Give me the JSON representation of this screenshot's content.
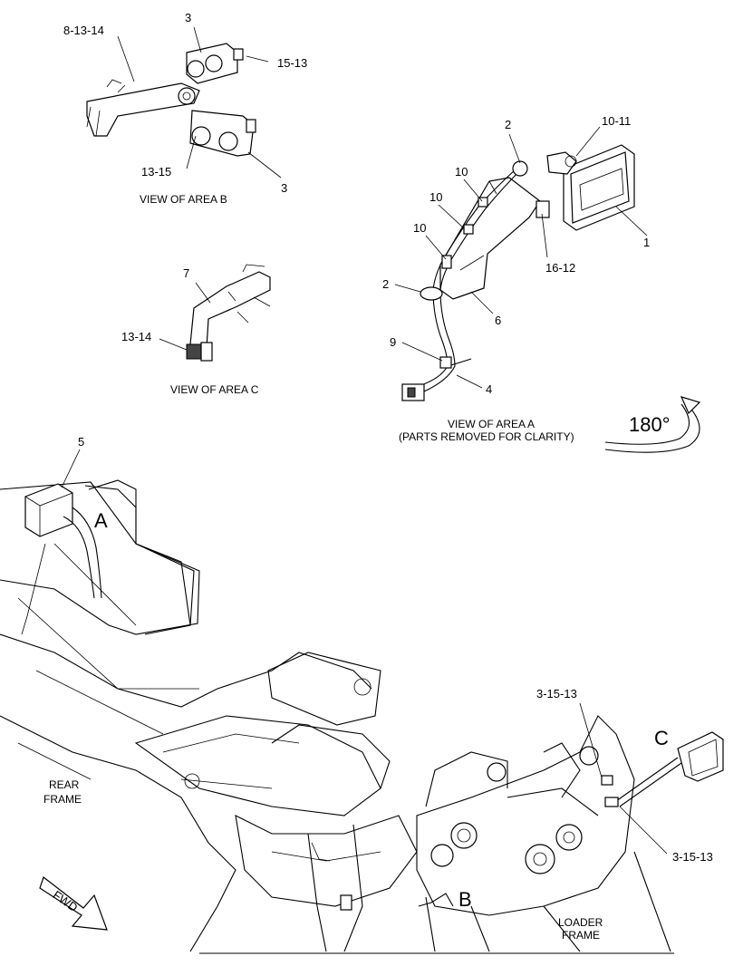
{
  "views": {
    "area_b": "VIEW OF AREA B",
    "area_c": "VIEW OF AREA C",
    "area_a_title": "VIEW OF AREA A",
    "area_a_note": "(PARTS REMOVED FOR CLARITY)",
    "rotation": "180°"
  },
  "callouts": {
    "b_8_13_14": "8-13-14",
    "b_3_top": "3",
    "b_15_13": "15-13",
    "b_13_15": "13-15",
    "b_3_bottom": "3",
    "c_7": "7",
    "c_13_14": "13-14",
    "a_2_top": "2",
    "a_10_11": "10-11",
    "a_10_a": "10",
    "a_10_b": "10",
    "a_10_c": "10",
    "a_1": "1",
    "a_16_12": "16-12",
    "a_2_bottom": "2",
    "a_6": "6",
    "a_9": "9",
    "a_4": "4",
    "main_5": "5",
    "main_3_15_13_top": "3-15-13",
    "main_3_15_13_bottom": "3-15-13"
  },
  "area_markers": {
    "a": "A",
    "b": "B",
    "c": "C"
  },
  "frame_labels": {
    "rear_line1": "REAR",
    "rear_line2": "FRAME",
    "loader_line1": "LOADER",
    "loader_line2": "FRAME",
    "fwd": "FWD"
  }
}
